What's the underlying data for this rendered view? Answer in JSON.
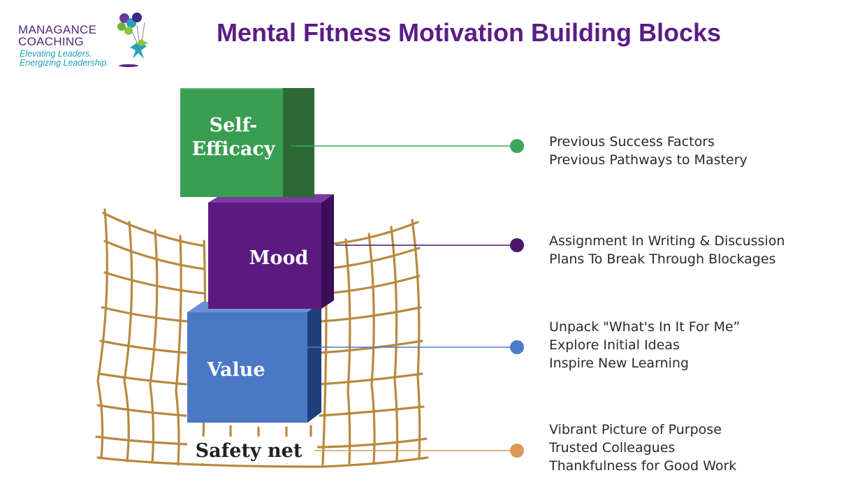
{
  "logo": {
    "name_line1": "MANAGANCE",
    "name_line2": "COACHING",
    "tagline_line1": "Elevating Leaders.",
    "tagline_line2": "Energizing Leadership."
  },
  "title": "Mental Fitness Motivation Building Blocks",
  "blocks": {
    "self_efficacy": {
      "line1": "Self-",
      "line2": "Efficacy",
      "color": "#3a9e52",
      "dot_color": "#3aa75a"
    },
    "mood": {
      "label": "Mood",
      "color": "#5b1a7f",
      "dot_color": "#4a176a"
    },
    "value": {
      "label": "Value",
      "color": "#4a78c4",
      "dot_color": "#4a7cc8"
    },
    "safety_net": {
      "label": "Safety net",
      "color": "#b8893f",
      "dot_color": "#d89a55"
    }
  },
  "descriptions": {
    "self_efficacy": [
      "Previous Success Factors",
      "Previous Pathways to Mastery"
    ],
    "mood": [
      "Assignment In Writing & Discussion",
      "Plans To Break Through Blockages"
    ],
    "value": [
      "Unpack \"What's In It For Me”",
      "Explore Initial Ideas",
      "Inspire New Learning"
    ],
    "safety_net": [
      "Vibrant Picture of Purpose",
      "Trusted Colleagues",
      "Thankfulness for Good Work"
    ]
  }
}
